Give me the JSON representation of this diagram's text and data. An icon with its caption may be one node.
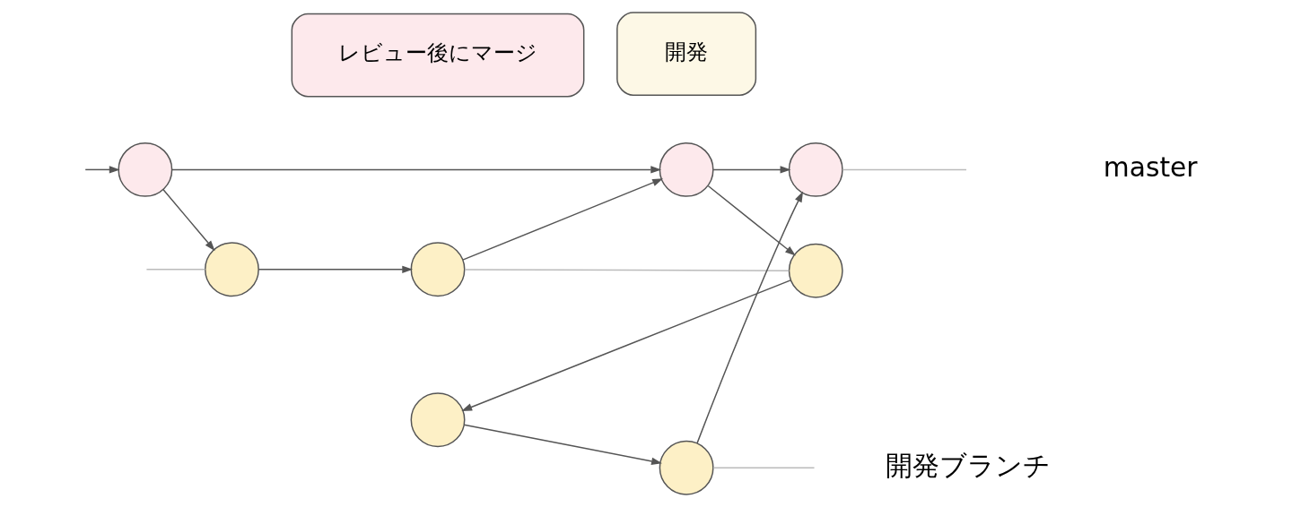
{
  "diagram": {
    "nodes": [
      {
        "text": [
          "レビュー後にマージ"
        ]
      },
      {
        "text": [],
        "shape": "circle"
      },
      {
        "text": [],
        "shape": "circle"
      },
      {
        "text": [],
        "shape": "circle"
      },
      {
        "text": [],
        "shape": "circle"
      },
      {
        "text": [],
        "shape": "circle"
      },
      {
        "text": [],
        "shape": "circle"
      },
      {
        "text": [],
        "shape": "circle"
      },
      {
        "text": [],
        "shape": "circle"
      },
      {
        "text": [
          "開発"
        ]
      }
    ],
    "edges": [
      {
        "from": null,
        "to": 1,
        "arrow": "to"
      },
      {
        "from": 1,
        "to": 2,
        "arrow": "to"
      },
      {
        "from": 2,
        "to": 3,
        "arrow": "to"
      },
      {
        "from": 3,
        "to": null,
        "arrow": "none",
        "color": "#bbbbbb"
      },
      {
        "from": 1,
        "to": 4,
        "arrow": "to"
      },
      {
        "from": null,
        "to": 4,
        "arrow": "none",
        "color": "#bbbbbb"
      },
      {
        "from": 4,
        "to": 5,
        "arrow": "to"
      },
      {
        "from": 5,
        "to": 2,
        "arrow": "to"
      },
      {
        "from": 5,
        "to": 6,
        "arrow": "none",
        "color": "#bbbbbb"
      },
      {
        "from": 2,
        "to": 6,
        "arrow": "to"
      },
      {
        "from": 6,
        "to": 7,
        "arrow": "to"
      },
      {
        "from": 7,
        "to": 8,
        "arrow": "to"
      },
      {
        "from": 8,
        "to": 3,
        "arrow": "to"
      },
      {
        "from": 8,
        "to": null,
        "arrow": "none",
        "color": "#bbbbbb"
      }
    ],
    "labels": [
      "master",
      "開発ブランチ"
    ]
  }
}
